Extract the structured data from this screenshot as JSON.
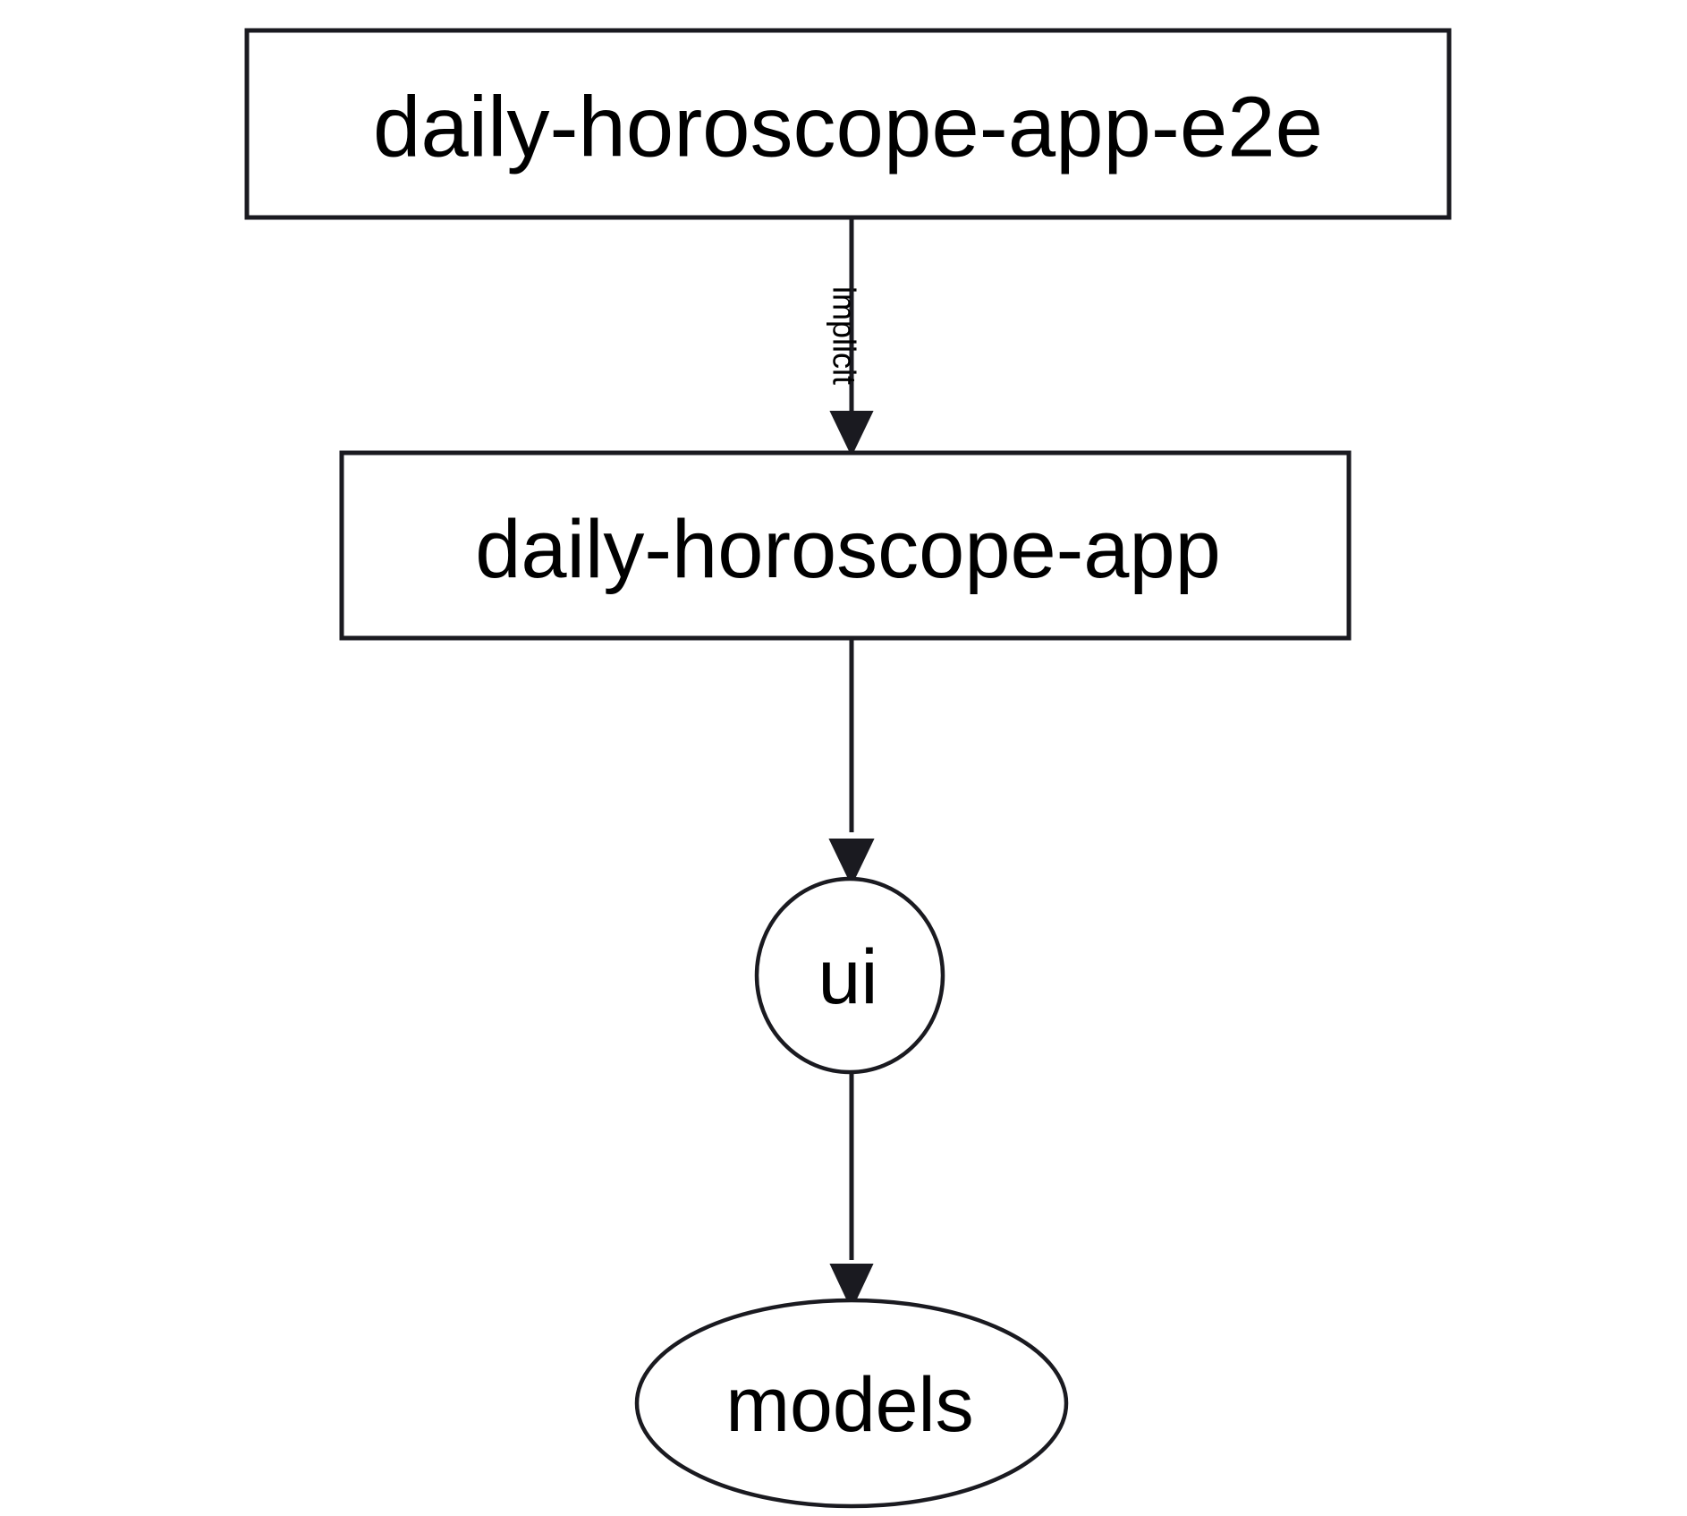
{
  "diagram": {
    "type": "dependency-graph",
    "orientation": "top-to-bottom",
    "background_color": "#ffffff",
    "stroke_color": "#1a1a20",
    "text_color": "#000000",
    "nodes": [
      {
        "id": "daily-horoscope-app-e2e",
        "label": "daily-horoscope-app-e2e",
        "shape": "rectangle"
      },
      {
        "id": "daily-horoscope-app",
        "label": "daily-horoscope-app",
        "shape": "rectangle"
      },
      {
        "id": "ui",
        "label": "ui",
        "shape": "ellipse"
      },
      {
        "id": "models",
        "label": "models",
        "shape": "ellipse"
      }
    ],
    "edges": [
      {
        "from": "daily-horoscope-app-e2e",
        "to": "daily-horoscope-app",
        "label": "implicit",
        "label_rotation": "vertical"
      },
      {
        "from": "daily-horoscope-app",
        "to": "ui",
        "label": ""
      },
      {
        "from": "ui",
        "to": "models",
        "label": ""
      }
    ]
  }
}
